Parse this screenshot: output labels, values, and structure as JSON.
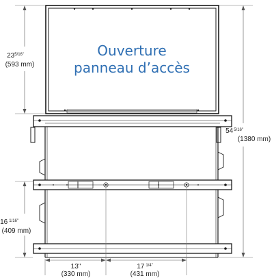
{
  "colors": {
    "line": "#1a1a1a",
    "dim_line": "#555555",
    "panel_text": "#2f6fb3",
    "frame_fill": "#ffffff"
  },
  "opening_label": {
    "line1": "Ouverture",
    "line2": "panneau d’accès"
  },
  "dimensions": {
    "opening_height": {
      "imperial_main": "23",
      "imperial_frac": "5/16\"",
      "metric": "(593 mm)"
    },
    "total_height": {
      "imperial_main": "54",
      "imperial_frac": "5/16\"",
      "metric": "(1380 mm)"
    },
    "lower_height": {
      "imperial_main": "16",
      "imperial_frac": "1/16\"",
      "metric": "(409 mm)"
    },
    "left_width": {
      "imperial_main": "13\"",
      "imperial_frac": "",
      "metric": "(330 mm)"
    },
    "right_width": {
      "imperial_main": "17",
      "imperial_frac": "1/4\"",
      "metric": "(431 mm)"
    }
  }
}
